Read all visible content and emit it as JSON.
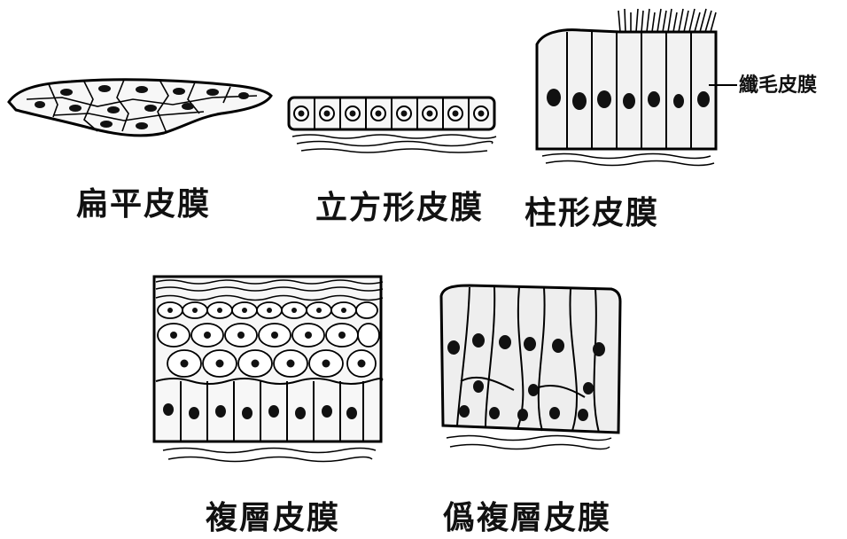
{
  "captions": {
    "squamous": "扁平皮膜",
    "cuboidal": "立方形皮膜",
    "columnar": "柱形皮膜",
    "stratified": "複層皮膜",
    "pseudostratified": "僞複層皮膜"
  },
  "callouts": {
    "ciliated": "纖毛皮膜"
  }
}
